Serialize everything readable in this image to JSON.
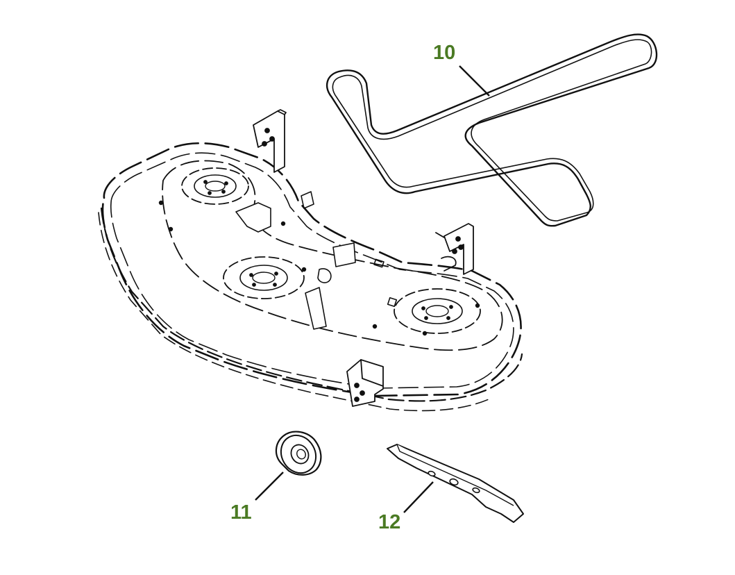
{
  "colors": {
    "callout_text": "#4a7a23",
    "line": "#111111",
    "background": "#ffffff"
  },
  "callouts": {
    "belt": "10",
    "wheel": "11",
    "blade": "12"
  },
  "parts": [
    "mower-deck-phantom",
    "drive-belt",
    "gauge-wheel",
    "mower-blade"
  ]
}
